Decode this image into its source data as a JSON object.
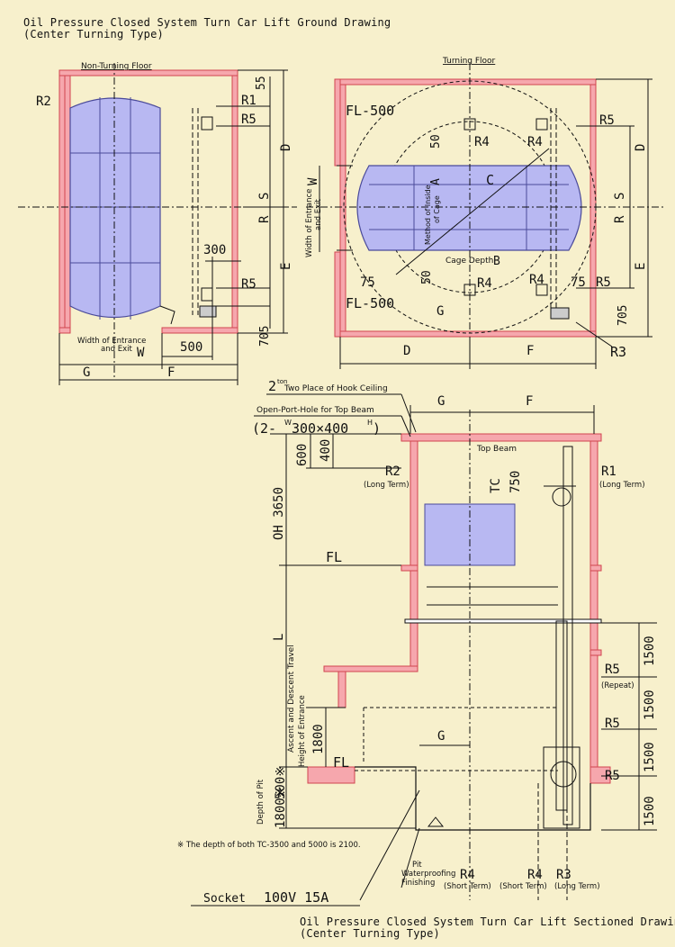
{
  "top_title_line1": "Oil Pressure Closed System Turn Car Lift Ground Drawing",
  "top_title_line2": "(Center Turning Type)",
  "bottom_title_line1": "Oil Pressure Closed System Turn Car Lift Sectioned Drawing",
  "bottom_title_line2": "(Center Turning Type)",
  "plan_left": {
    "floor_label": "Non-Turning Floor",
    "r2": "R2",
    "r1": "R1",
    "r5a": "R5",
    "r5b": "R5",
    "dim_55": "55",
    "dim_d": "D",
    "dim_s": "S",
    "dim_r": "R",
    "dim_e": "E",
    "dim_705": "705",
    "dim_300": "300",
    "dim_500": "500",
    "width_label_1": "Width of Entrance",
    "width_label_2": "and Exit",
    "width_w": "W",
    "dim_g": "G",
    "dim_f": "F"
  },
  "plan_right": {
    "floor_label": "Turning Floor",
    "fl500_top": "FL-500",
    "fl500_bottom": "FL-500",
    "r4_tl": "R4",
    "r4_tr": "R4",
    "r4_bl": "R4",
    "r4_br": "R4",
    "r5_top": "R5",
    "r5_bottom": "R5",
    "r3": "R3",
    "dim_50_top": "50",
    "dim_50_bottom": "50",
    "dim_c": "C",
    "inside_cage_1": "Method of Inside",
    "inside_cage_2": "of Cage",
    "inside_cage_a": "A",
    "cage_depth": "Cage Depth",
    "cage_b": "B",
    "dim_75_left": "75",
    "dim_75_right": "75",
    "dim_g": "G",
    "side_width_1": "Width of Entrance",
    "side_width_2": "and Exit",
    "side_w": "W",
    "dim_d": "D",
    "dim_s": "S",
    "dim_r": "R",
    "dim_e": "E",
    "dim_705": "705",
    "bottom_d": "D",
    "bottom_f": "F"
  },
  "section": {
    "hook_prefix": "2",
    "hook_sup": "ton",
    "hook_label": "Two Place of Hook Ceiling",
    "port_label": "Open-Port-Hole for Top Beam",
    "port_spec": "(2-",
    "port_spec_sup": "W",
    "port_spec_mid": "300×400",
    "port_spec_sup2": "H",
    "port_spec_end": ")",
    "top_beam": "Top Beam",
    "dim_g": "G",
    "dim_f": "F",
    "r2": "R2",
    "r2_term": "(Long Term)",
    "r1": "R1",
    "r1_term": "(Long Term)",
    "dim_600": "600",
    "dim_400": "400",
    "oh": "OH 3650",
    "tc": "TC",
    "dim_750": "750",
    "fl_upper": "FL",
    "travel_label": "Ascent and Descent Travel",
    "travel_l": "L",
    "r5_repeat": "R5",
    "repeat": "(Repeat)",
    "r5_mid": "R5",
    "r5_low": "R5",
    "dim_1500_a": "1500",
    "dim_1500_b": "1500",
    "dim_1500_c": "1500",
    "dim_1500_d": "1500",
    "height_label": "Height of Entrance",
    "dim_1800": "1800",
    "fl_lower": "FL",
    "dim_g_low": "G",
    "dim_500": "500※",
    "pit_label": "Depth of Pit",
    "dim_pit": "1800※",
    "note": "※ The depth of both TC-3500 and 5000 is 2100.",
    "pit_finish_1": "Pit",
    "pit_finish_2": "Waterproofing",
    "pit_finish_3": "Finishing",
    "r4a": "R4",
    "r4a_term": "(Short Term)",
    "r4b": "R4",
    "r4b_term": "(Short Term)",
    "r3": "R3",
    "r3_term": "(Long Term)",
    "socket": "Socket",
    "socket_spec": "100V 15A"
  },
  "colors": {
    "background": "#f7f0cc",
    "wall_fill": "#f6a7ad",
    "wall_edge": "#d0454f",
    "cage_fill": "#b8b8f2",
    "cage_edge": "#4a4a9a",
    "line": "#1a1a1a"
  }
}
